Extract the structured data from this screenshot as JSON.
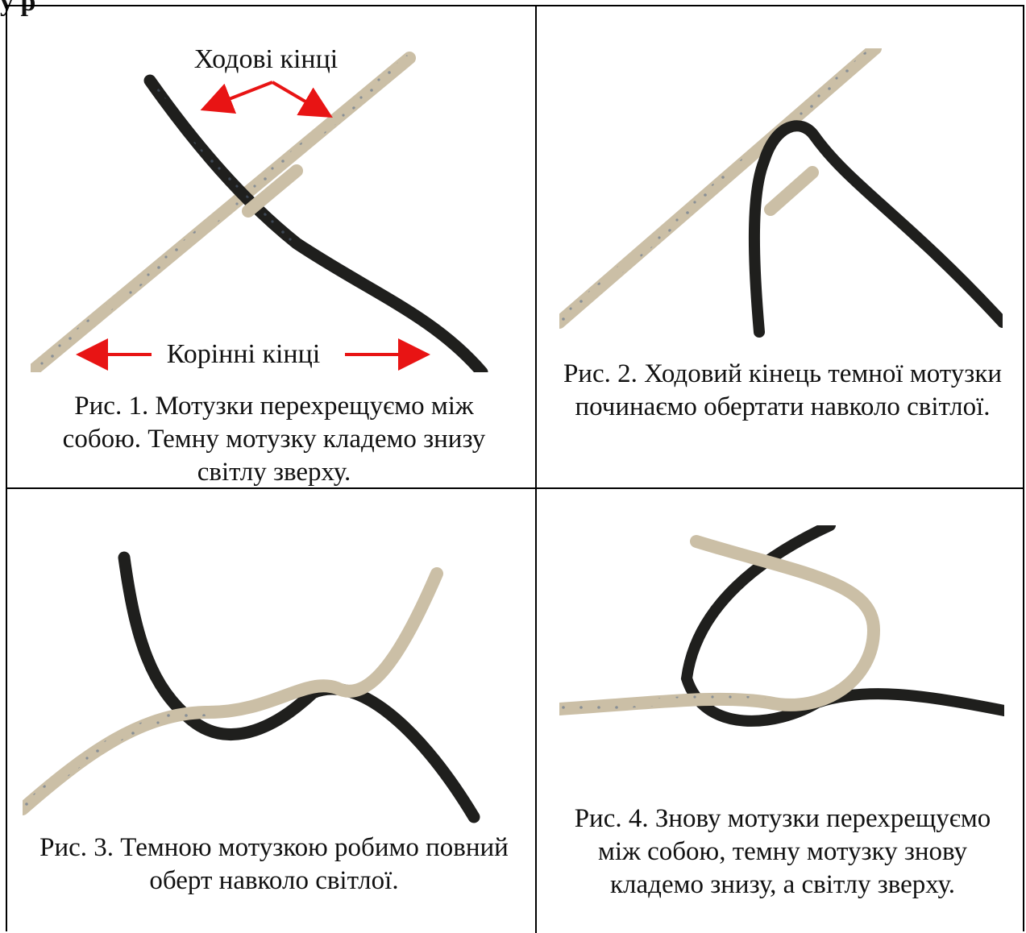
{
  "heading": "у      р",
  "figures": [
    {
      "caption": "Рис. 1. Мотузки перехрещуємо між собою. Темну мотузку кладемо знизу світлу зверху.",
      "labels": {
        "running_ends": "Ходові кінці",
        "standing_ends": "Корінні кінці"
      }
    },
    {
      "caption": "Рис. 2. Ходовий кінець темної мотузки починаємо обертати навколо світлої."
    },
    {
      "caption": "Рис. 3. Темною мотузкою робимо повний оберт навколо світлої."
    },
    {
      "caption": "Рис. 4. Знову мотузки перехрещуємо між собою, темну мотузку знову кладемо знизу, а світлу зверху."
    }
  ],
  "colors": {
    "dark_rope": "#1f1f1d",
    "light_rope": "#cbbfa6",
    "arrow": "#e81414",
    "fleck": "#5b6f8a"
  }
}
